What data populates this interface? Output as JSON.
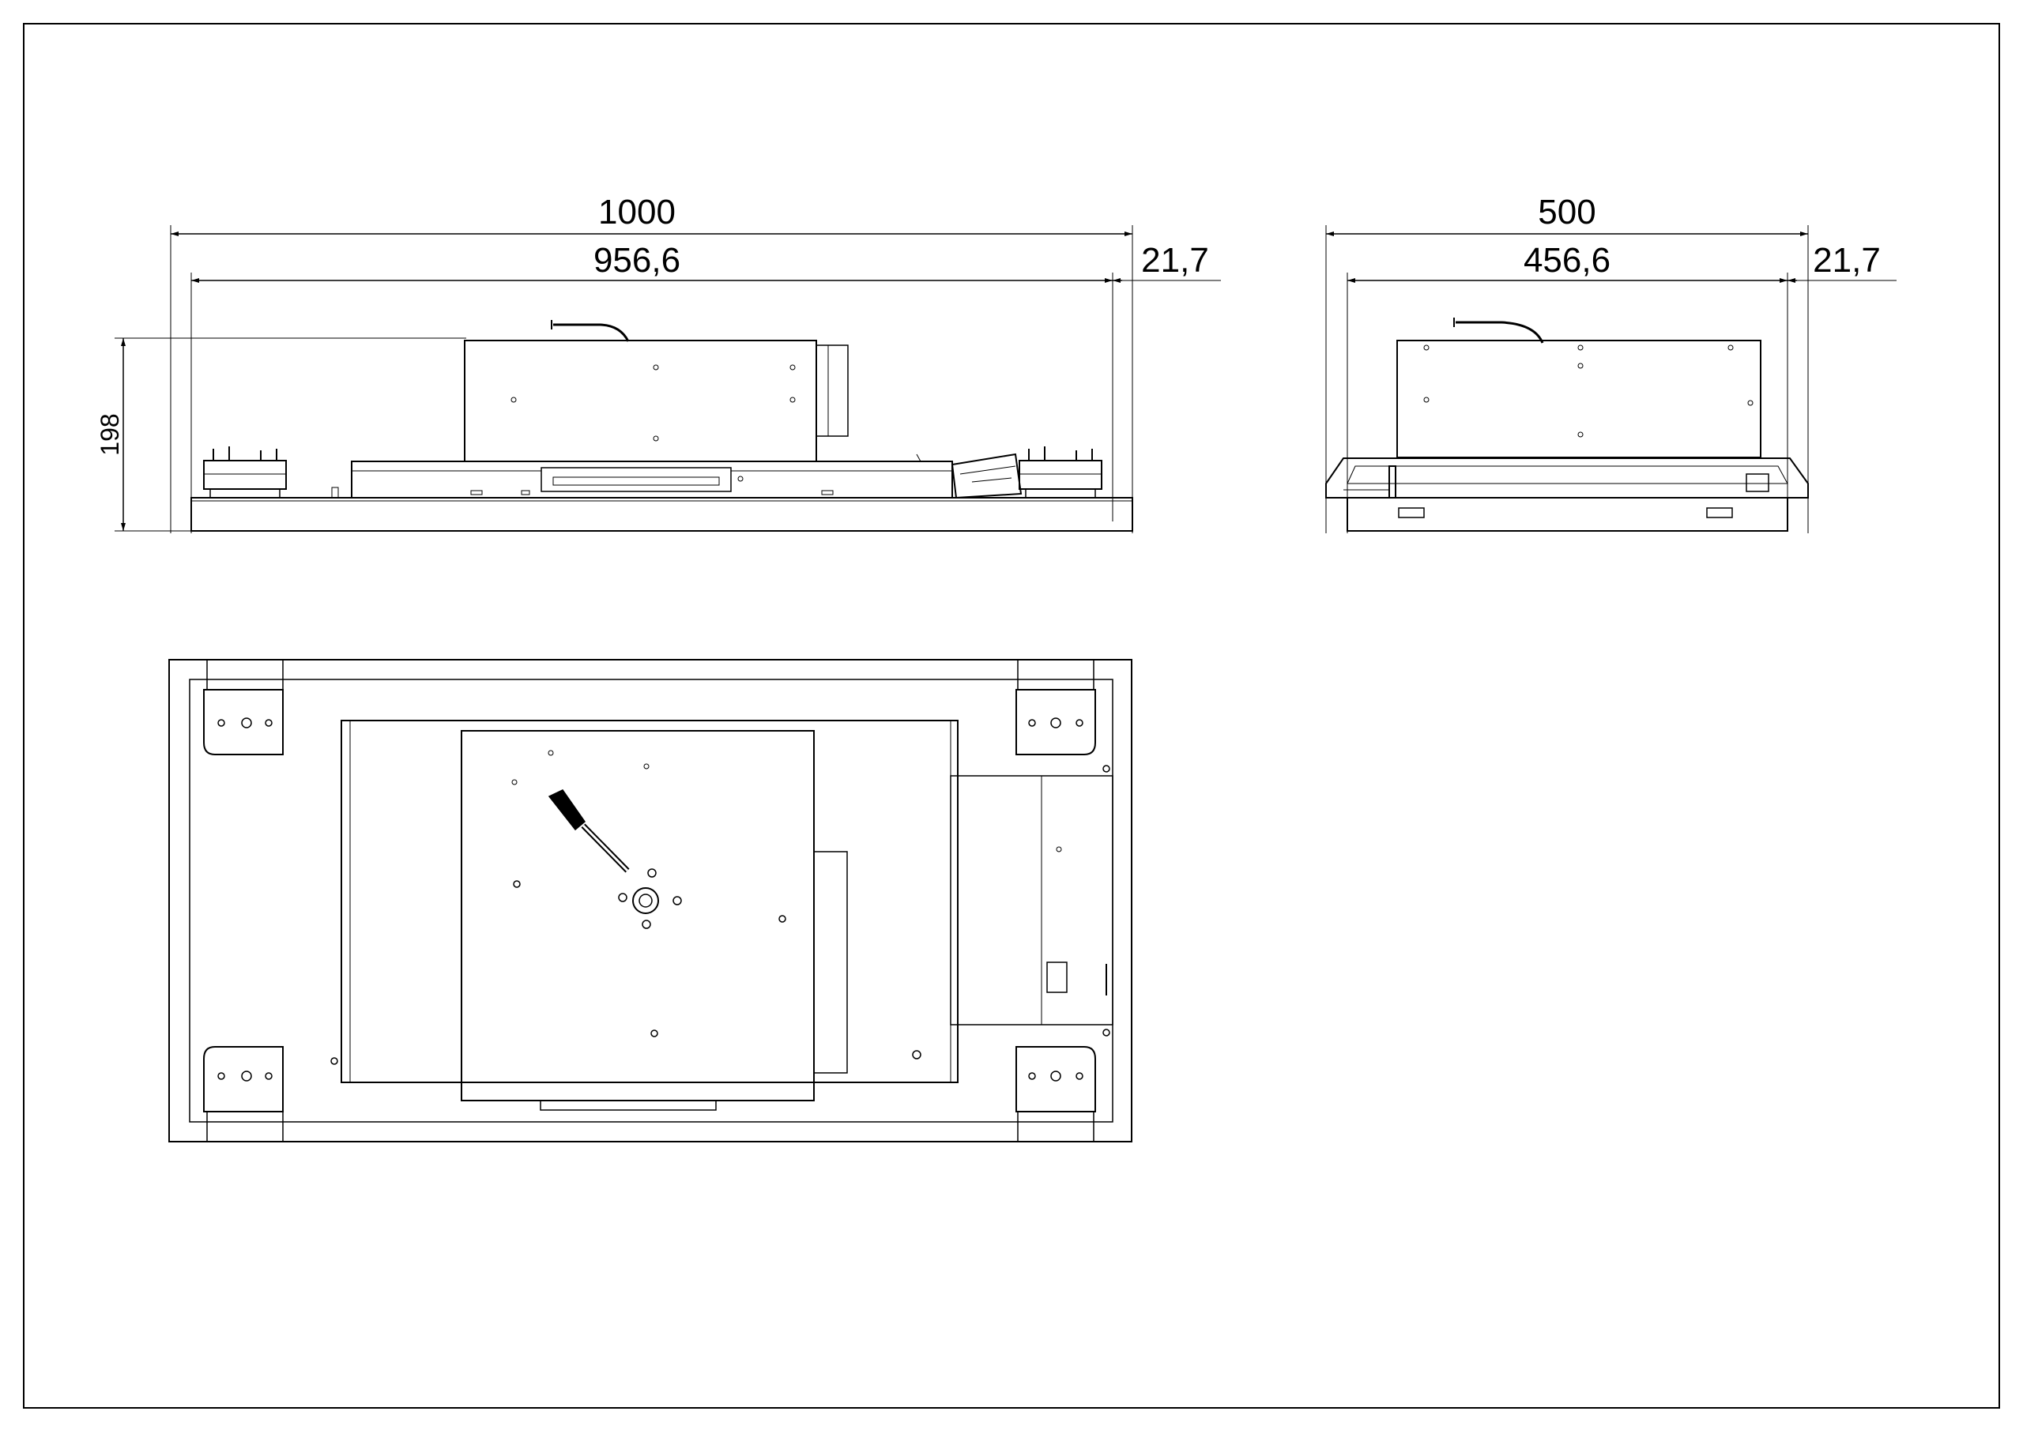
{
  "front_view": {
    "overall_width": "1000",
    "inner_width": "956,6",
    "side_offset": "21,7",
    "height": "198"
  },
  "side_view": {
    "overall_width": "500",
    "inner_width": "456,6",
    "side_offset": "21,7"
  },
  "colors": {
    "line": "#000000",
    "background": "#ffffff"
  }
}
